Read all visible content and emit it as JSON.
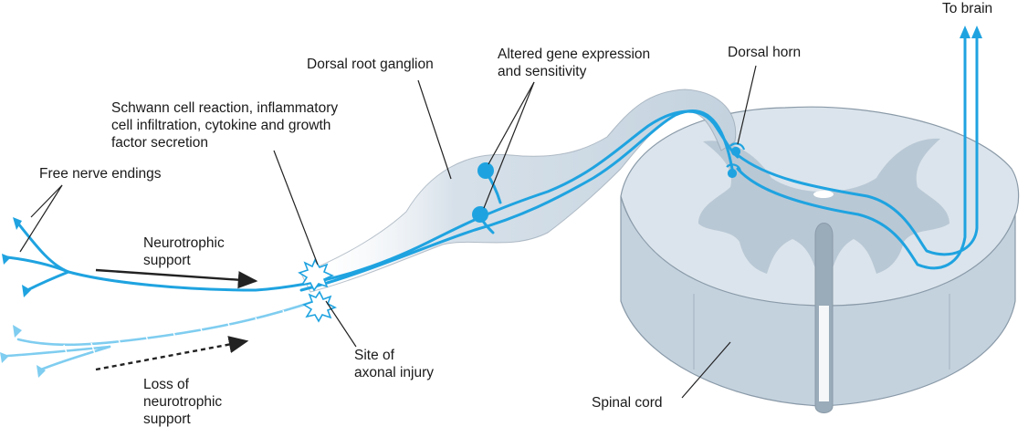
{
  "labels": {
    "to_brain": "To brain",
    "dorsal_horn": "Dorsal horn",
    "altered_gene": [
      "Altered gene expression",
      "and sensitivity"
    ],
    "dorsal_root_ganglion": "Dorsal root ganglion",
    "schwann": [
      "Schwann cell reaction, inflammatory",
      "cell infiltration, cytokine and growth",
      "factor secretion"
    ],
    "free_nerve_endings": "Free nerve endings",
    "neurotrophic_support": [
      "Neurotrophic",
      "support"
    ],
    "loss_of_support": [
      "Loss of",
      "neurotrophic",
      "support"
    ],
    "site_of_injury": [
      "Site of",
      "axonal injury"
    ],
    "spinal_cord": "Spinal cord"
  },
  "colors": {
    "nerve": "#1fa3e0",
    "nerve_faded": "#7fcdf0",
    "sheath": "#c9d7e2",
    "cord_top": "#dbe4ec",
    "cord_side": "#c4d2de",
    "grey_matter": "#b9c8d5",
    "outline": "#8a9aa8",
    "line": "#222222"
  },
  "icons": [
    "arrow-solid-icon",
    "arrow-dashed-icon",
    "injury-burst-icon"
  ]
}
